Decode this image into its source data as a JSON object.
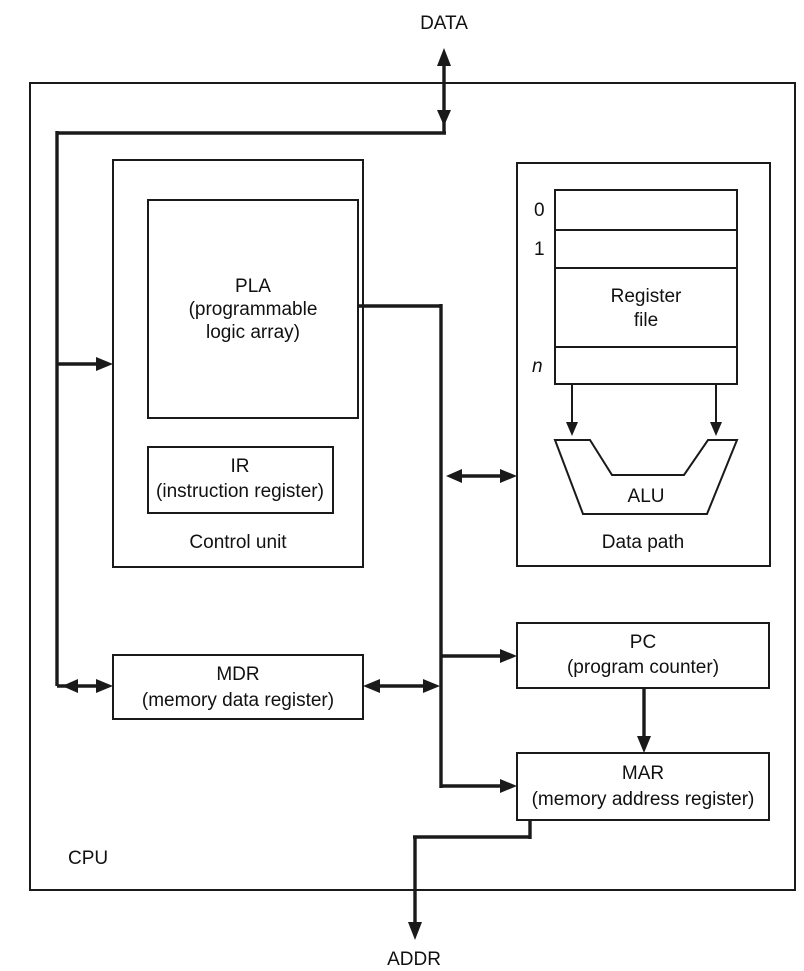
{
  "signals": {
    "data": "DATA",
    "addr": "ADDR"
  },
  "cpu": {
    "label": "CPU"
  },
  "control_unit": {
    "label": "Control unit",
    "pla": {
      "line1": "PLA",
      "line2": "(programmable",
      "line3": "logic array)"
    },
    "ir": {
      "line1": "IR",
      "line2": "(instruction register)"
    }
  },
  "data_path": {
    "label": "Data path",
    "register_file": {
      "line1": "Register",
      "line2": "file",
      "index_0": "0",
      "index_1": "1",
      "index_n": "n"
    },
    "alu": {
      "label": "ALU"
    }
  },
  "registers": {
    "mdr": {
      "line1": "MDR",
      "line2": "(memory data register)"
    },
    "pc": {
      "line1": "PC",
      "line2": "(program counter)"
    },
    "mar": {
      "line1": "MAR",
      "line2": "(memory address register)"
    }
  },
  "colors": {
    "ink": "#1a1a1a",
    "paper": "#ffffff"
  }
}
